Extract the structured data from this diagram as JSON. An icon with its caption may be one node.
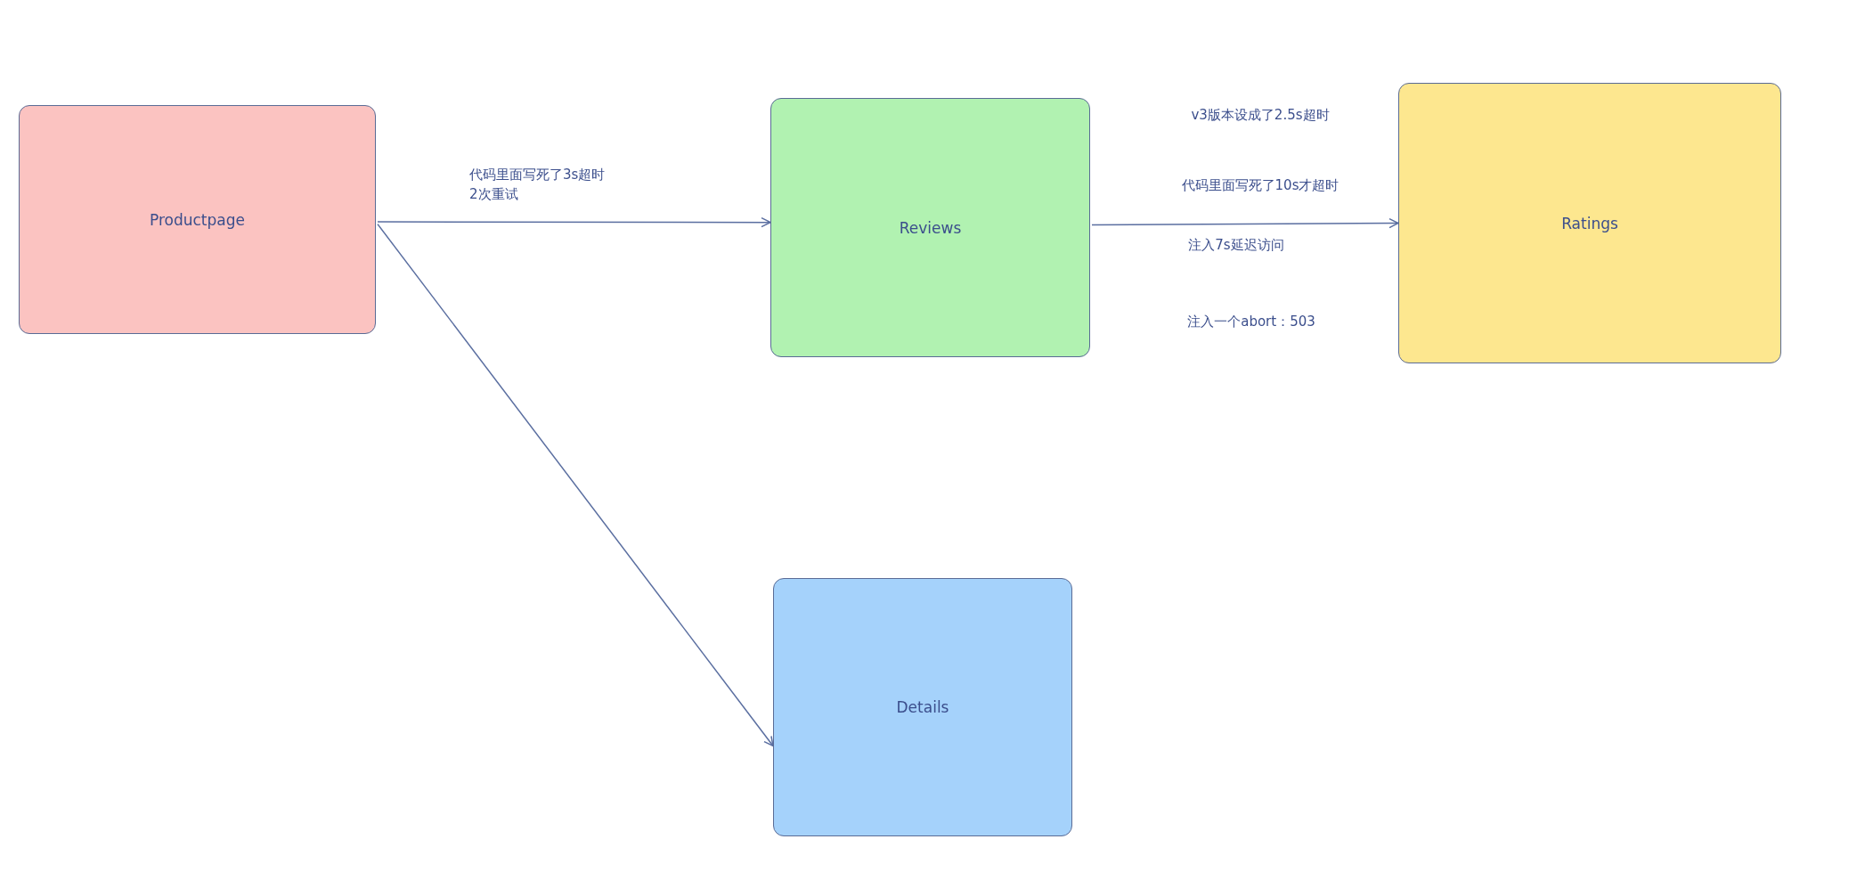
{
  "diagram": {
    "nodes": [
      {
        "text": [
          "Productpage"
        ]
      },
      {
        "text": [
          "Reviews"
        ]
      },
      {
        "text": [
          "Ratings"
        ]
      },
      {
        "text": [
          "Details"
        ]
      }
    ],
    "edges": [
      {
        "from": 0,
        "to": 1,
        "arrow": "to",
        "label": "代码里面写死了3s超时2次重试"
      },
      {
        "from": 0,
        "to": 3,
        "arrow": "to"
      },
      {
        "from": 1,
        "to": 2,
        "arrow": "to"
      }
    ],
    "labels": [
      "v3版本设成了2.5s超时",
      "代码里面写死了10s才超时",
      "注入7s延迟访问",
      "注入一个abort：503"
    ]
  }
}
